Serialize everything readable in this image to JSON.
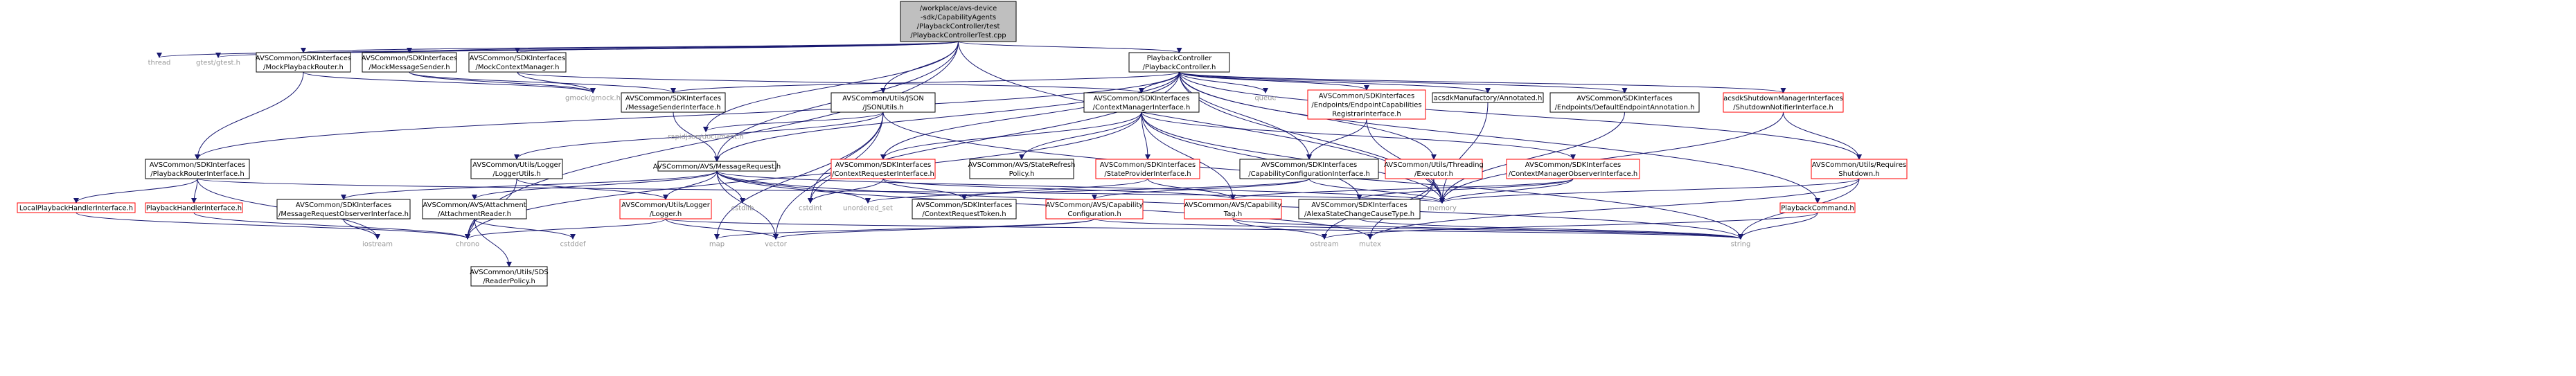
{
  "graph": {
    "type": "include-dependency-graph",
    "colors": {
      "edge": "#191970",
      "root_fill": "#bfbfbf",
      "node_fill": "#ffffff",
      "node_border": "#000000",
      "incomplete_border": "#ff0000",
      "system_text": "#999999",
      "text": "#000000"
    },
    "nodes": [
      {
        "id": "root",
        "lines": [
          "/workplace/avs-device",
          "-sdk/CapabilityAgents",
          "/PlaybackController/test",
          "/PlaybackControllerTest.cpp"
        ],
        "kind": "root"
      },
      {
        "id": "thread",
        "lines": [
          "thread"
        ],
        "kind": "system"
      },
      {
        "id": "gtest",
        "lines": [
          "gtest/gtest.h"
        ],
        "kind": "system"
      },
      {
        "id": "mockplaybackrouter",
        "lines": [
          "AVSCommon/SDKInterfaces",
          "/MockPlaybackRouter.h"
        ],
        "kind": "normal"
      },
      {
        "id": "mockmessagesender",
        "lines": [
          "AVSCommon/SDKInterfaces",
          "/MockMessageSender.h"
        ],
        "kind": "normal"
      },
      {
        "id": "mockcontextmanager",
        "lines": [
          "AVSCommon/SDKInterfaces",
          "/MockContextManager.h"
        ],
        "kind": "normal"
      },
      {
        "id": "playbackcontroller",
        "lines": [
          "PlaybackController",
          "/PlaybackController.h"
        ],
        "kind": "normal"
      },
      {
        "id": "gmock",
        "lines": [
          "gmock/gmock.h"
        ],
        "kind": "system"
      },
      {
        "id": "jsonutils",
        "lines": [
          "AVSCommon/Utils/JSON",
          "/JSONUtils.h"
        ],
        "kind": "normal"
      },
      {
        "id": "messagesenderif",
        "lines": [
          "AVSCommon/SDKInterfaces",
          "/MessageSenderInterface.h"
        ],
        "kind": "normal"
      },
      {
        "id": "contextmanagerif",
        "lines": [
          "AVSCommon/SDKInterfaces",
          "/ContextManagerInterface.h"
        ],
        "kind": "normal"
      },
      {
        "id": "queue",
        "lines": [
          "queue"
        ],
        "kind": "system"
      },
      {
        "id": "endpointcaps",
        "lines": [
          "AVSCommon/SDKInterfaces",
          "/Endpoints/EndpointCapabilities",
          "RegistrarInterface.h"
        ],
        "kind": "incomplete"
      },
      {
        "id": "annotated",
        "lines": [
          "acsdkManufactory/Annotated.h"
        ],
        "kind": "normal"
      },
      {
        "id": "defaultendpoint",
        "lines": [
          "AVSCommon/SDKInterfaces",
          "/Endpoints/DefaultEndpointAnnotation.h"
        ],
        "kind": "normal"
      },
      {
        "id": "shutdownnotifier",
        "lines": [
          "acsdkShutdownManagerInterfaces",
          "/ShutdownNotifierInterface.h"
        ],
        "kind": "incomplete"
      },
      {
        "id": "rapidjson",
        "lines": [
          "rapidjson/document.h"
        ],
        "kind": "system"
      },
      {
        "id": "playbackrouterif",
        "lines": [
          "AVSCommon/SDKInterfaces",
          "/PlaybackRouterInterface.h"
        ],
        "kind": "normal"
      },
      {
        "id": "loggerutils",
        "lines": [
          "AVSCommon/Utils/Logger",
          "/LoggerUtils.h"
        ],
        "kind": "normal"
      },
      {
        "id": "messagerequest",
        "lines": [
          "AVSCommon/AVS/MessageRequest.h"
        ],
        "kind": "normal"
      },
      {
        "id": "contextrequesterif",
        "lines": [
          "AVSCommon/SDKInterfaces",
          "/ContextRequesterInterface.h"
        ],
        "kind": "incomplete"
      },
      {
        "id": "staterefresh",
        "lines": [
          "AVSCommon/AVS/StateRefresh",
          "Policy.h"
        ],
        "kind": "normal"
      },
      {
        "id": "stateproviderif",
        "lines": [
          "AVSCommon/SDKInterfaces",
          "/StateProviderInterface.h"
        ],
        "kind": "incomplete"
      },
      {
        "id": "capconfigif",
        "lines": [
          "AVSCommon/SDKInterfaces",
          "/CapabilityConfigurationInterface.h"
        ],
        "kind": "normal"
      },
      {
        "id": "executor",
        "lines": [
          "AVSCommon/Utils/Threading",
          "/Executor.h"
        ],
        "kind": "incomplete"
      },
      {
        "id": "ctxmgrobserverif",
        "lines": [
          "AVSCommon/SDKInterfaces",
          "/ContextManagerObserverInterface.h"
        ],
        "kind": "incomplete"
      },
      {
        "id": "requiresshutdown",
        "lines": [
          "AVSCommon/Utils/Requires",
          "Shutdown.h"
        ],
        "kind": "incomplete"
      },
      {
        "id": "localplaybackhandler",
        "lines": [
          "LocalPlaybackHandlerInterface.h"
        ],
        "kind": "incomplete"
      },
      {
        "id": "playbackhandler",
        "lines": [
          "PlaybackHandlerInterface.h"
        ],
        "kind": "incomplete"
      },
      {
        "id": "msgreqobserverif",
        "lines": [
          "AVSCommon/SDKInterfaces",
          "/MessageRequestObserverInterface.h"
        ],
        "kind": "normal"
      },
      {
        "id": "attachmentreader",
        "lines": [
          "AVSCommon/AVS/Attachment",
          "/AttachmentReader.h"
        ],
        "kind": "normal"
      },
      {
        "id": "logger",
        "lines": [
          "AVSCommon/Utils/Logger",
          "/Logger.h"
        ],
        "kind": "incomplete"
      },
      {
        "id": "cstdlib",
        "lines": [
          "cstdlib"
        ],
        "kind": "system"
      },
      {
        "id": "cstdint",
        "lines": [
          "cstdint"
        ],
        "kind": "system"
      },
      {
        "id": "unordered_set",
        "lines": [
          "unordered_set"
        ],
        "kind": "system"
      },
      {
        "id": "contextrequesttoken",
        "lines": [
          "AVSCommon/SDKInterfaces",
          "/ContextRequestToken.h"
        ],
        "kind": "normal"
      },
      {
        "id": "capabilityconfig",
        "lines": [
          "AVSCommon/AVS/Capability",
          "Configuration.h"
        ],
        "kind": "incomplete"
      },
      {
        "id": "capabilitytag",
        "lines": [
          "AVSCommon/AVS/Capability",
          "Tag.h"
        ],
        "kind": "incomplete"
      },
      {
        "id": "alexastatechange",
        "lines": [
          "AVSCommon/SDKInterfaces",
          "/AlexaStateChangeCauseType.h"
        ],
        "kind": "normal"
      },
      {
        "id": "memory",
        "lines": [
          "memory"
        ],
        "kind": "system"
      },
      {
        "id": "playbackcommand",
        "lines": [
          "PlaybackCommand.h"
        ],
        "kind": "incomplete"
      },
      {
        "id": "iostream",
        "lines": [
          "iostream"
        ],
        "kind": "system"
      },
      {
        "id": "chrono",
        "lines": [
          "chrono"
        ],
        "kind": "system"
      },
      {
        "id": "readerpolicy",
        "lines": [
          "AVSCommon/Utils/SDS",
          "/ReaderPolicy.h"
        ],
        "kind": "normal"
      },
      {
        "id": "cstddef",
        "lines": [
          "cstddef"
        ],
        "kind": "system"
      },
      {
        "id": "map",
        "lines": [
          "map"
        ],
        "kind": "system"
      },
      {
        "id": "vector",
        "lines": [
          "vector"
        ],
        "kind": "system"
      },
      {
        "id": "ostream",
        "lines": [
          "ostream"
        ],
        "kind": "system"
      },
      {
        "id": "mutex",
        "lines": [
          "mutex"
        ],
        "kind": "system"
      },
      {
        "id": "string",
        "lines": [
          "string"
        ],
        "kind": "system"
      }
    ],
    "edges": [
      [
        "root",
        "thread"
      ],
      [
        "root",
        "gtest"
      ],
      [
        "root",
        "mockplaybackrouter"
      ],
      [
        "root",
        "mockmessagesender"
      ],
      [
        "root",
        "mockcontextmanager"
      ],
      [
        "root",
        "playbackcontroller"
      ],
      [
        "root",
        "jsonutils"
      ],
      [
        "root",
        "rapidjson"
      ],
      [
        "root",
        "messagerequest"
      ],
      [
        "root",
        "memory"
      ],
      [
        "root",
        "chrono"
      ],
      [
        "mockplaybackrouter",
        "gmock"
      ],
      [
        "mockplaybackrouter",
        "playbackrouterif"
      ],
      [
        "mockmessagesender",
        "gmock"
      ],
      [
        "mockmessagesender",
        "messagesenderif"
      ],
      [
        "mockcontextmanager",
        "gmock"
      ],
      [
        "mockcontextmanager",
        "contextmanagerif"
      ],
      [
        "playbackcontroller",
        "queue"
      ],
      [
        "playbackcontroller",
        "endpointcaps"
      ],
      [
        "playbackcontroller",
        "annotated"
      ],
      [
        "playbackcontroller",
        "defaultendpoint"
      ],
      [
        "playbackcontroller",
        "shutdownnotifier"
      ],
      [
        "playbackcontroller",
        "contextmanagerif"
      ],
      [
        "playbackcontroller",
        "messagesenderif"
      ],
      [
        "playbackcontroller",
        "messagerequest"
      ],
      [
        "playbackcontroller",
        "contextrequesterif"
      ],
      [
        "playbackcontroller",
        "capconfigif"
      ],
      [
        "playbackcontroller",
        "executor"
      ],
      [
        "playbackcontroller",
        "requiresshutdown"
      ],
      [
        "playbackcontroller",
        "playbackrouterif"
      ],
      [
        "playbackcontroller",
        "playbackcommand"
      ],
      [
        "playbackcontroller",
        "memory"
      ],
      [
        "playbackcontroller",
        "cstdint"
      ],
      [
        "jsonutils",
        "rapidjson"
      ],
      [
        "jsonutils",
        "loggerutils"
      ],
      [
        "jsonutils",
        "string"
      ],
      [
        "jsonutils",
        "vector"
      ],
      [
        "jsonutils",
        "map"
      ],
      [
        "jsonutils",
        "cstdint"
      ],
      [
        "messagesenderif",
        "messagerequest"
      ],
      [
        "contextmanagerif",
        "contextrequesterif"
      ],
      [
        "contextmanagerif",
        "staterefresh"
      ],
      [
        "contextmanagerif",
        "stateproviderif"
      ],
      [
        "contextmanagerif",
        "ctxmgrobserverif"
      ],
      [
        "contextmanagerif",
        "memory"
      ],
      [
        "contextmanagerif",
        "alexastatechange"
      ],
      [
        "contextmanagerif",
        "capabilitytag"
      ],
      [
        "contextmanagerif",
        "chrono"
      ],
      [
        "endpointcaps",
        "capconfigif"
      ],
      [
        "endpointcaps",
        "memory"
      ],
      [
        "annotated",
        "memory"
      ],
      [
        "defaultendpoint",
        "memory"
      ],
      [
        "shutdownnotifier",
        "requiresshutdown"
      ],
      [
        "shutdownnotifier",
        "memory"
      ],
      [
        "playbackrouterif",
        "localplaybackhandler"
      ],
      [
        "playbackrouterif",
        "playbackhandler"
      ],
      [
        "playbackrouterif",
        "iostream"
      ],
      [
        "playbackrouterif",
        "memory"
      ],
      [
        "loggerutils",
        "logger"
      ],
      [
        "loggerutils",
        "chrono"
      ],
      [
        "messagerequest",
        "msgreqobserverif"
      ],
      [
        "messagerequest",
        "attachmentreader"
      ],
      [
        "messagerequest",
        "logger"
      ],
      [
        "messagerequest",
        "cstdlib"
      ],
      [
        "messagerequest",
        "vector"
      ],
      [
        "messagerequest",
        "memory"
      ],
      [
        "messagerequest",
        "string"
      ],
      [
        "messagerequest",
        "mutex"
      ],
      [
        "messagerequest",
        "unordered_set"
      ],
      [
        "contextrequesterif",
        "contextrequesttoken"
      ],
      [
        "contextrequesterif",
        "capabilitytag"
      ],
      [
        "contextrequesterif",
        "cstdint"
      ],
      [
        "stateproviderif",
        "capabilitytag"
      ],
      [
        "stateproviderif",
        "contextrequesttoken"
      ],
      [
        "capconfigif",
        "capabilityconfig"
      ],
      [
        "capconfigif",
        "unordered_set"
      ],
      [
        "capconfigif",
        "memory"
      ],
      [
        "executor",
        "memory"
      ],
      [
        "executor",
        "ostream"
      ],
      [
        "executor",
        "mutex"
      ],
      [
        "ctxmgrobserverif",
        "capabilitytag"
      ],
      [
        "ctxmgrobserverif",
        "alexastatechange"
      ],
      [
        "ctxmgrobserverif",
        "memory"
      ],
      [
        "requiresshutdown",
        "memory"
      ],
      [
        "requiresshutdown",
        "string"
      ],
      [
        "requiresshutdown",
        "mutex"
      ],
      [
        "playbackcommand",
        "ostream"
      ],
      [
        "playbackcommand",
        "string"
      ],
      [
        "localplaybackhandler",
        "chrono"
      ],
      [
        "playbackhandler",
        "chrono"
      ],
      [
        "msgreqobserverif",
        "iostream"
      ],
      [
        "attachmentreader",
        "readerpolicy"
      ],
      [
        "attachmentreader",
        "cstddef"
      ],
      [
        "attachmentreader",
        "chrono"
      ],
      [
        "logger",
        "vector"
      ],
      [
        "logger",
        "string"
      ],
      [
        "logger",
        "chrono"
      ],
      [
        "capabilityconfig",
        "map"
      ],
      [
        "capabilityconfig",
        "vector"
      ],
      [
        "capabilityconfig",
        "string"
      ],
      [
        "capabilitytag",
        "ostream"
      ],
      [
        "capabilitytag",
        "string"
      ],
      [
        "alexastatechange",
        "string"
      ]
    ]
  }
}
